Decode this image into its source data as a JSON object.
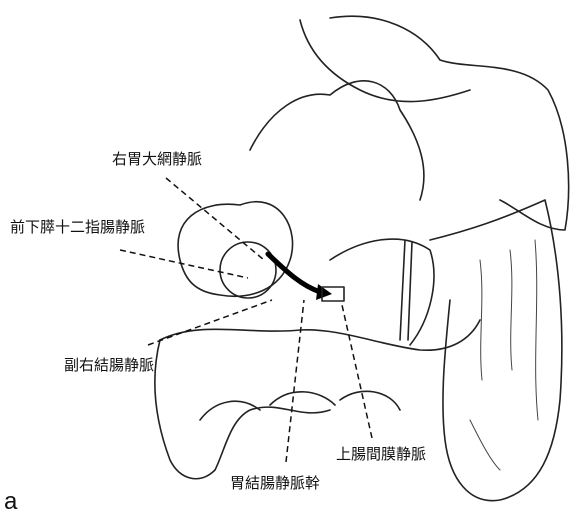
{
  "labels": {
    "right_gastroepiploic_vein": "右胃大網静脈",
    "anterior_inferior_pancreaticoduodenal_vein": "前下膵十二指腸静脈",
    "accessory_right_colic_vein": "副右結腸静脈",
    "gastrocolic_trunk": "胃結腸静脈幹",
    "superior_mesenteric_vein": "上腸間膜静脈"
  },
  "panel_letter": "a"
}
